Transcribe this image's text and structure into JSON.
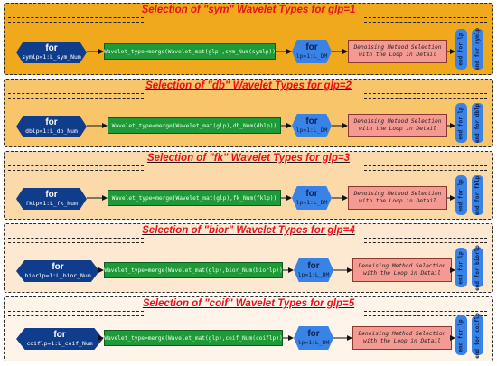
{
  "colors": {
    "section_bg": [
      "#f0a81c",
      "#f9c56a",
      "#fbd9a8",
      "#fde9d2",
      "#fef4e9"
    ],
    "for_outer": "#0f3d8c",
    "for_inner": "#3a83e6",
    "green_box": "#1f9a39",
    "pink_box": "#f59a93",
    "title_text": "#e8101a"
  },
  "sections": [
    {
      "title": "Selection of \"sym\" Wavelet Types for glp=1",
      "for_outer_kw": "for",
      "for_outer_range": "symlp=1:L_sym_Num",
      "wavelet": "Wavelet_type=merge(Wavelet_mat(glp),sym_Num(symlp))",
      "for_inner_kw": "for",
      "for_inner_range": "lp=1:L_DM",
      "denoise": "Denoising Method Selection with the Loop in Detail",
      "end_inner": "end for lp",
      "end_outer": "end for symlp"
    },
    {
      "title": "Selection of \"db\" Wavelet Types for glp=2",
      "for_outer_kw": "for",
      "for_outer_range": "dblp=1:L_db_Num",
      "wavelet": "Wavelet_type=merge(Wavelet_mat(glp),db_Num(dblp))",
      "for_inner_kw": "for",
      "for_inner_range": "lp=1:L_DM",
      "denoise": "Denoising Method Selection with the Loop in Detail",
      "end_inner": "end for lp",
      "end_outer": "end for dblp"
    },
    {
      "title": "Selection of \"fk\" Wavelet Types for glp=3",
      "for_outer_kw": "for",
      "for_outer_range": "fklp=1:L_fk_Num",
      "wavelet": "Wavelet_type=merge(Wavelet_mat(glp),fk_Num(fklp))",
      "for_inner_kw": "for",
      "for_inner_range": "lp=1:L_DM",
      "denoise": "Denoising Method Selection with the Loop in Detail",
      "end_inner": "end for lp",
      "end_outer": "end for fklp"
    },
    {
      "title": "Selection of \"bior\" Wavelet Types for glp=4",
      "for_outer_kw": "for",
      "for_outer_range": "biorlp=1:L_bior_Num",
      "wavelet": "Wavelet_type=merge(Wavelet_mat(glp),bior_Num(biorlp))",
      "for_inner_kw": "for",
      "for_inner_range": "lp=1:L_DM",
      "denoise": "Denoising Method Selection with the Loop in Detail",
      "end_inner": "end for lp",
      "end_outer": "end for biorlp"
    },
    {
      "title": "Selection of \"coif\" Wavelet Types for glp=5",
      "for_outer_kw": "for",
      "for_outer_range": "coiflp=1:L_coif_Num",
      "wavelet": "Wavelet_type=merge(Wavelet_mat(glp),coif_Num(coiflp))",
      "for_inner_kw": "for",
      "for_inner_range": "lp=1:L_DM",
      "denoise": "Denoising Method Selection with the Loop in Detail",
      "end_inner": "end for lp",
      "end_outer": "end for coiflp"
    }
  ]
}
